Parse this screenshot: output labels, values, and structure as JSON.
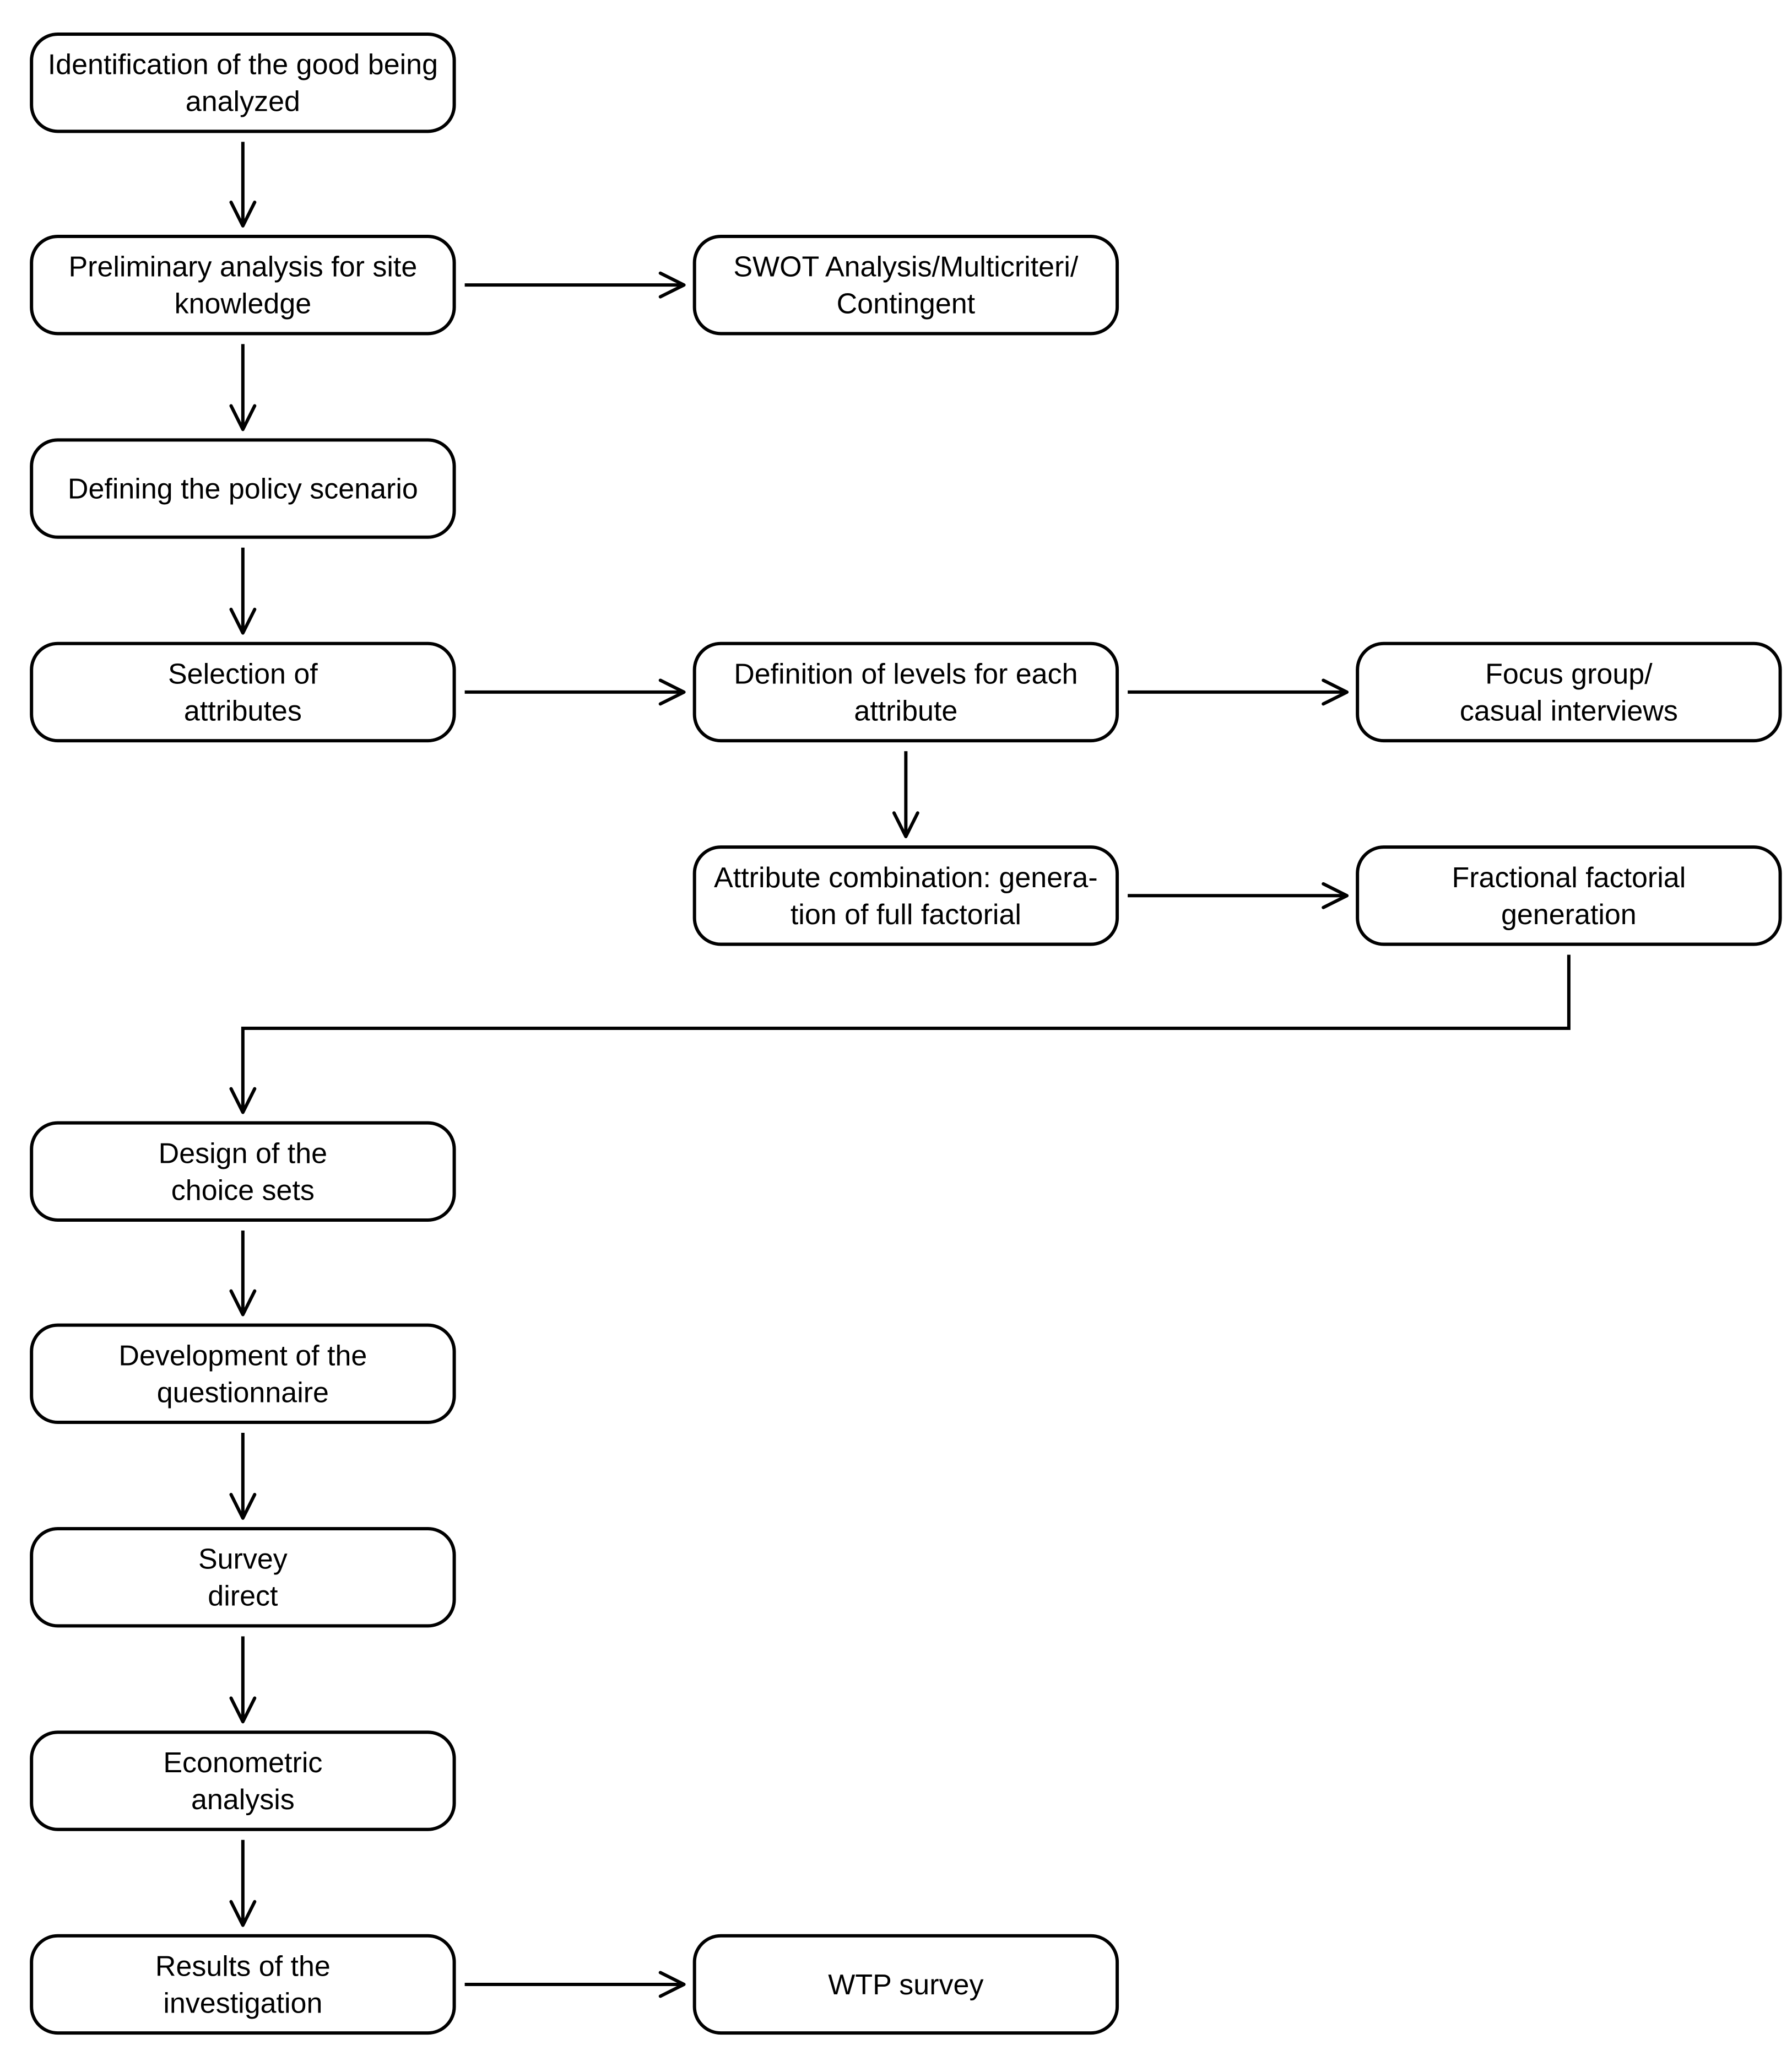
{
  "nodes": [
    {
      "id": "identification",
      "lines": [
        "Identification of the good being",
        "analyzed"
      ]
    },
    {
      "id": "preliminary",
      "lines": [
        "Preliminary analysis for site",
        "knowledge"
      ]
    },
    {
      "id": "swot",
      "lines": [
        "SWOT Analysis/Multicriteri/",
        "Contingent"
      ]
    },
    {
      "id": "policy",
      "lines": [
        "Defining the policy scenario"
      ]
    },
    {
      "id": "selection",
      "lines": [
        "Selection of",
        "attributes"
      ]
    },
    {
      "id": "levels",
      "lines": [
        "Definition of levels for each",
        "attribute"
      ]
    },
    {
      "id": "focus",
      "lines": [
        "Focus group/",
        "casual interviews"
      ]
    },
    {
      "id": "combination",
      "lines": [
        "Attribute combination: genera-",
        "tion of full factorial"
      ]
    },
    {
      "id": "fractional",
      "lines": [
        "Fractional factorial",
        "generation"
      ]
    },
    {
      "id": "design",
      "lines": [
        "Design of the",
        "choice sets"
      ]
    },
    {
      "id": "questionnaire",
      "lines": [
        "Development of the",
        "questionnaire"
      ]
    },
    {
      "id": "survey",
      "lines": [
        "Survey",
        "direct"
      ]
    },
    {
      "id": "econometric",
      "lines": [
        "Econometric",
        "analysis"
      ]
    },
    {
      "id": "results",
      "lines": [
        "Results of the",
        "investigation"
      ]
    },
    {
      "id": "wtp",
      "lines": [
        "WTP survey"
      ]
    }
  ],
  "edges": [
    {
      "from": "identification",
      "to": "preliminary"
    },
    {
      "from": "preliminary",
      "to": "swot"
    },
    {
      "from": "preliminary",
      "to": "policy"
    },
    {
      "from": "policy",
      "to": "selection"
    },
    {
      "from": "selection",
      "to": "levels"
    },
    {
      "from": "levels",
      "to": "focus"
    },
    {
      "from": "levels",
      "to": "combination"
    },
    {
      "from": "combination",
      "to": "fractional"
    },
    {
      "from": "fractional",
      "to": "design"
    },
    {
      "from": "design",
      "to": "questionnaire"
    },
    {
      "from": "questionnaire",
      "to": "survey"
    },
    {
      "from": "survey",
      "to": "econometric"
    },
    {
      "from": "econometric",
      "to": "results"
    },
    {
      "from": "results",
      "to": "wtp"
    }
  ]
}
